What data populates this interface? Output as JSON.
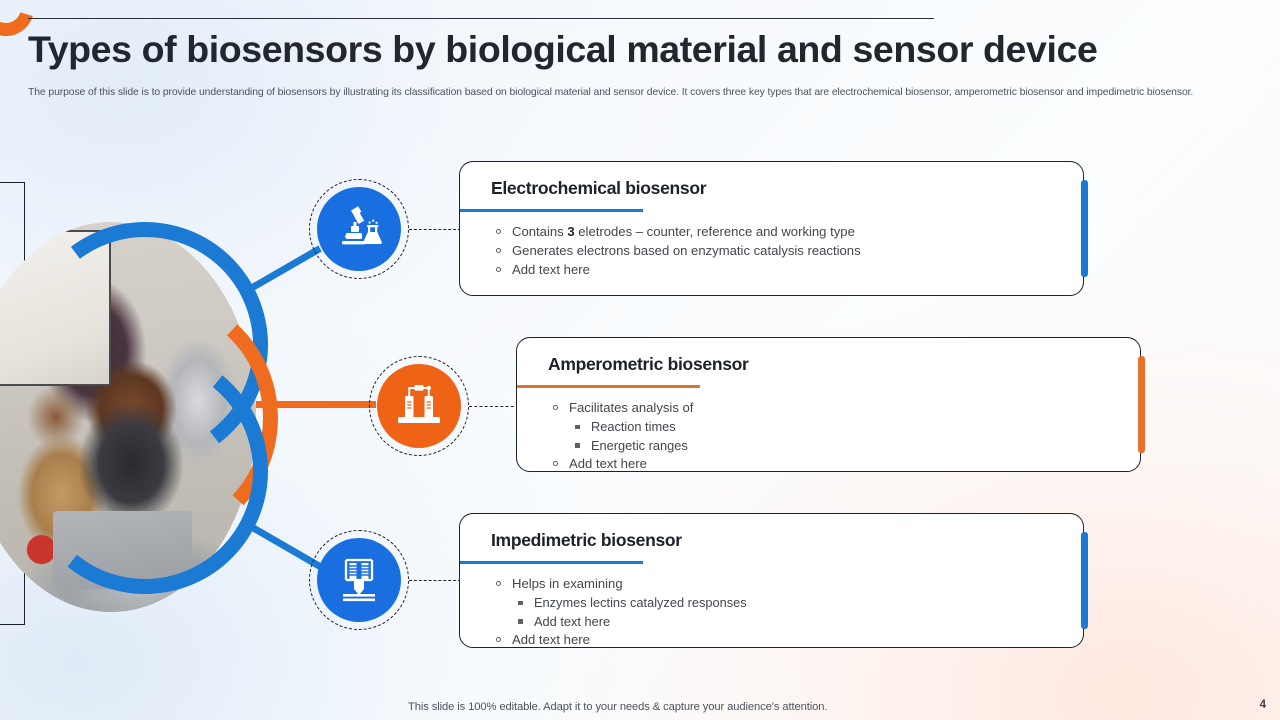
{
  "header": {
    "title": "Types of biosensors by biological material and sensor device",
    "subtitle": "The purpose of this slide is to provide understanding of biosensors by illustrating its classification based on biological material and sensor device. It covers three key types that are electrochemical biosensor, amperometric biosensor and impedimetric biosensor."
  },
  "colors": {
    "blue": "#1a7ad4",
    "icon_blue": "#1a6fe0",
    "orange": "#ef6c1f",
    "icon_orange": "#ef6317",
    "divider_orange": "#d9732f",
    "text_dark": "#1d2129",
    "text_body": "#42464e"
  },
  "visual": {
    "logo_name": "orange-ring-logo",
    "photo_alt": "team-collaboration-photo",
    "arcs": [
      {
        "name": "arc-top",
        "color": "#1a7ad4"
      },
      {
        "name": "arc-middle",
        "color": "#ef6c1f"
      },
      {
        "name": "arc-bottom",
        "color": "#1a7ad4"
      }
    ]
  },
  "nodes": [
    {
      "icon": "microscope-flask-icon",
      "color": "blue"
    },
    {
      "icon": "electrode-circuit-icon",
      "color": "orange"
    },
    {
      "icon": "probe-sensor-icon",
      "color": "blue"
    }
  ],
  "cards": [
    {
      "title": "Electrochemical biosensor",
      "accent": "blue",
      "bullets": [
        {
          "level": 1,
          "pre": "Contains ",
          "strong": "3",
          "post": " eletrodes – counter, reference and working type"
        },
        {
          "level": 1,
          "text": "Generates electrons based on enzymatic catalysis reactions"
        },
        {
          "level": 1,
          "text": "Add text here"
        }
      ]
    },
    {
      "title": "Amperometric biosensor",
      "accent": "orange",
      "bullets": [
        {
          "level": 1,
          "text": "Facilitates analysis of"
        },
        {
          "level": 2,
          "text": "Reaction times"
        },
        {
          "level": 2,
          "text": "Energetic ranges"
        },
        {
          "level": 1,
          "text": "Add text here"
        }
      ]
    },
    {
      "title": "Impedimetric biosensor",
      "accent": "blue",
      "bullets": [
        {
          "level": 1,
          "text": "Helps in examining"
        },
        {
          "level": 2,
          "text": "Enzymes lectins catalyzed responses"
        },
        {
          "level": 2,
          "text": "Add text here"
        },
        {
          "level": 1,
          "text": "Add text here"
        }
      ]
    }
  ],
  "footer": {
    "note": "This slide is 100% editable. Adapt it to your needs & capture your audience's attention.",
    "page_number": "4"
  }
}
